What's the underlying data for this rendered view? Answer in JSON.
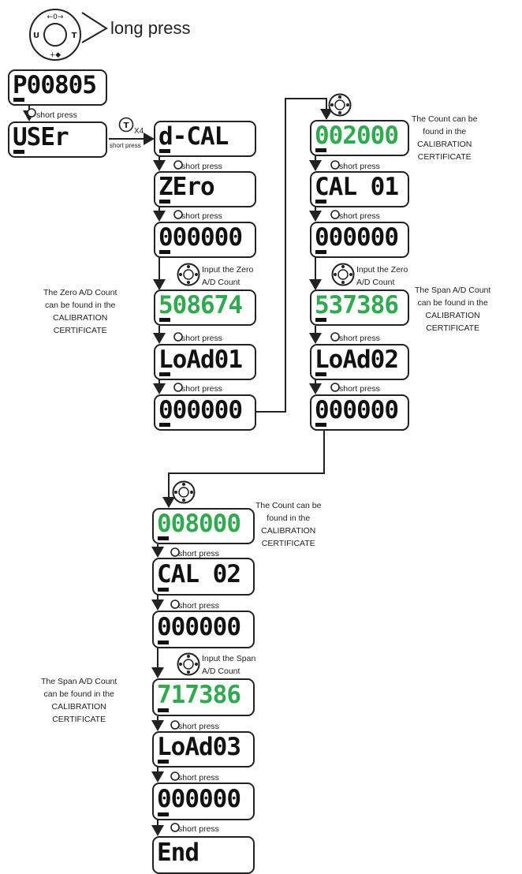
{
  "header": {
    "long_press": "long press"
  },
  "steps": {
    "p00805": "P00805",
    "user": "USEr",
    "dcal": "d-CAL",
    "zero": "ZEro",
    "c1_zero": "000000",
    "c1_adc": "508674",
    "c1_load": "LoAd01",
    "c1_end": "000000",
    "c2_count": "002000",
    "c2_cal": "CAL 01",
    "c2_zero": "000000",
    "c2_adc": "537386",
    "c2_load": "LoAd02",
    "c2_end": "000000",
    "c3_count": "008000",
    "c3_cal": "CAL 02",
    "c3_zero": "000000",
    "c3_adc": "717386",
    "c3_load": "LoAd03",
    "c3_zero2": "000000",
    "end": "End"
  },
  "labels": {
    "short_press": "short press",
    "x4": "X4",
    "input_zero": [
      "Input the Zero",
      "A/D Count"
    ],
    "input_zero_2": [
      "Input the Zero",
      "A/D Count"
    ],
    "input_span": [
      "Input the Span",
      "A/D Count"
    ]
  },
  "notes": {
    "zero_adc": [
      "The Zero A/D Count",
      "can be found in the",
      "CALIBRATION",
      "CERTIFICATE"
    ],
    "count_1": [
      "The Count can be",
      "found in the",
      "CALIBRATION",
      "CERTIFICATE"
    ],
    "span_1": [
      "The Span A/D Count",
      "can be found in the",
      "CALIBRATION",
      "CERTIFICATE"
    ],
    "count_2": [
      "The Count can be",
      "found in the",
      "CALIBRATION",
      "CERTIFICATE"
    ],
    "span_2": [
      "The Span A/D Count",
      "can be found in the",
      "CALIBRATION",
      "CERTIFICATE"
    ]
  },
  "colors": {
    "value_green": "#2faa4e",
    "ink": "#222222"
  }
}
